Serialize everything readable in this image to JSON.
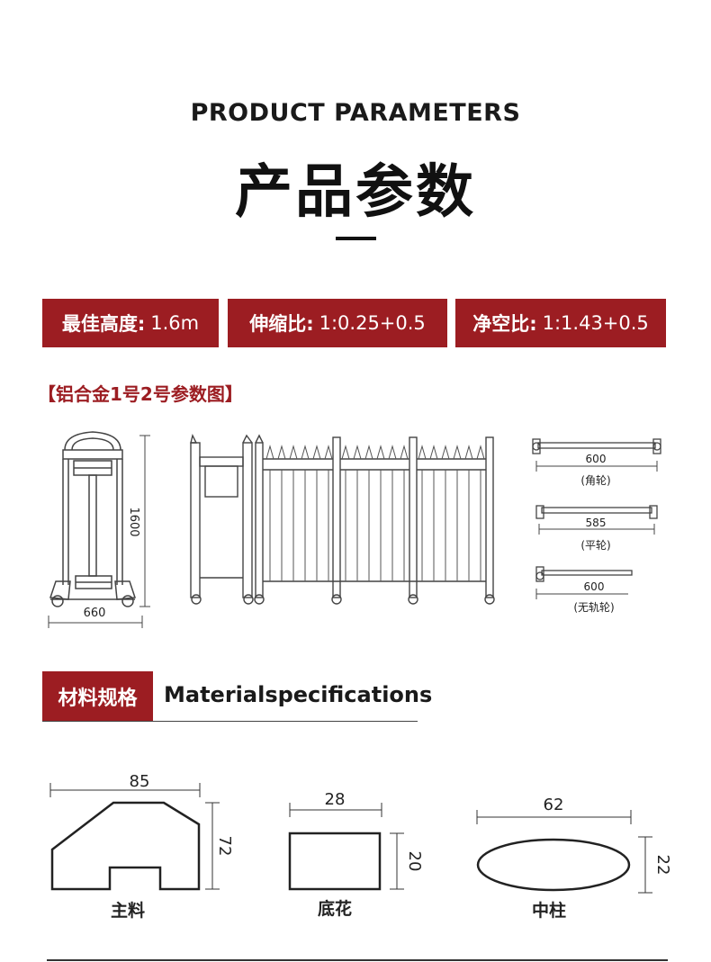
{
  "header": {
    "title_en": "PRODUCT PARAMETERS",
    "title_cn": "产品参数"
  },
  "params": [
    {
      "label": "最佳高度:",
      "value": "1.6m"
    },
    {
      "label": "伸缩比:",
      "value": "1:0.25+0.5"
    },
    {
      "label": "净空比:",
      "value": "1:1.43+0.5"
    }
  ],
  "diagram_section": {
    "heading": "【铝合金1号2号参数图】",
    "side_view": {
      "height_label": "1600",
      "width_label": "660"
    },
    "wheels": [
      {
        "length": "600",
        "name": "(角轮)"
      },
      {
        "length": "585",
        "name": "(平轮)"
      },
      {
        "length": "600",
        "name": "(无轨轮)"
      }
    ]
  },
  "material_section": {
    "tag": "材料规格",
    "title_en": "Materialspecifications",
    "profiles": [
      {
        "name": "主料",
        "width": "85",
        "height": "72"
      },
      {
        "name": "底花",
        "width": "28",
        "height": "20"
      },
      {
        "name": "中柱",
        "width": "62",
        "height": "22"
      }
    ]
  },
  "colors": {
    "accent": "#9c1d22"
  }
}
